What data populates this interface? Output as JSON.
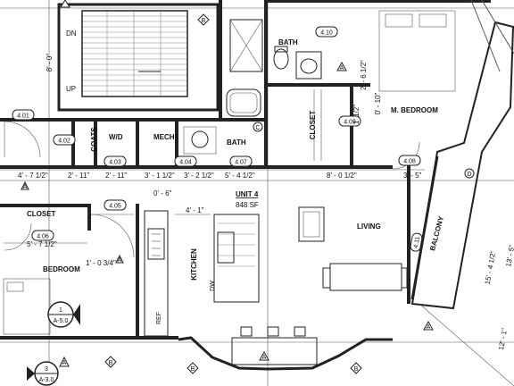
{
  "unit": {
    "title": "UNIT 4",
    "area": "848 SF"
  },
  "rooms": {
    "bath_top": "BATH",
    "bath_mid": "BATH",
    "mbedroom": "M. BEDROOM",
    "coats": "COATS",
    "wd": "W/D",
    "mech": "MECH",
    "closet_right": "CLOSET",
    "closet_left": "CLOSET",
    "living": "LIVING",
    "bedroom": "BEDROOM",
    "kitchen": "KITCHEN",
    "balcony": "BALCONY",
    "ref": "REF",
    "dw": "DW",
    "stair_dn": "DN",
    "stair_up": "UP"
  },
  "tags": [
    "4.10",
    "4.01",
    "4.02",
    "4.03",
    "4.04",
    "4.07",
    "4.09",
    "4.08",
    "4.05",
    "4.06",
    "4.11"
  ],
  "dimensions": {
    "d1": "4' - 7 1/2\"",
    "d2": "2' - 11\"",
    "d3": "2' - 11\"",
    "d4": "3' - 1 1/2\"",
    "d5": "3' - 2 1/2\"",
    "d6": "5' - 4 1/2\"",
    "d7": "8' - 0 1/2\"",
    "d8": "3' - 5\"",
    "d9": "0' - 6\"",
    "d10": "4' - 1\"",
    "d11": "5' - 7 1/2\"",
    "d12": "1' - 0 3/4\"",
    "d13": "8' - 0\"",
    "d14": "0' - 10\"",
    "d15": "2' - 6 1/2\"",
    "d16": "1' 1/2\"",
    "d17": "15' - 4 1/2\"",
    "d18": "13' - 5\"",
    "d19": "12' - 1\""
  },
  "grid_markers": {
    "a": "A",
    "b": "B",
    "c": "C",
    "d": "D"
  },
  "section_markers": [
    {
      "num": "1",
      "sheet": "A-5.0"
    },
    {
      "num": "3",
      "sheet": "A-3.0"
    }
  ]
}
